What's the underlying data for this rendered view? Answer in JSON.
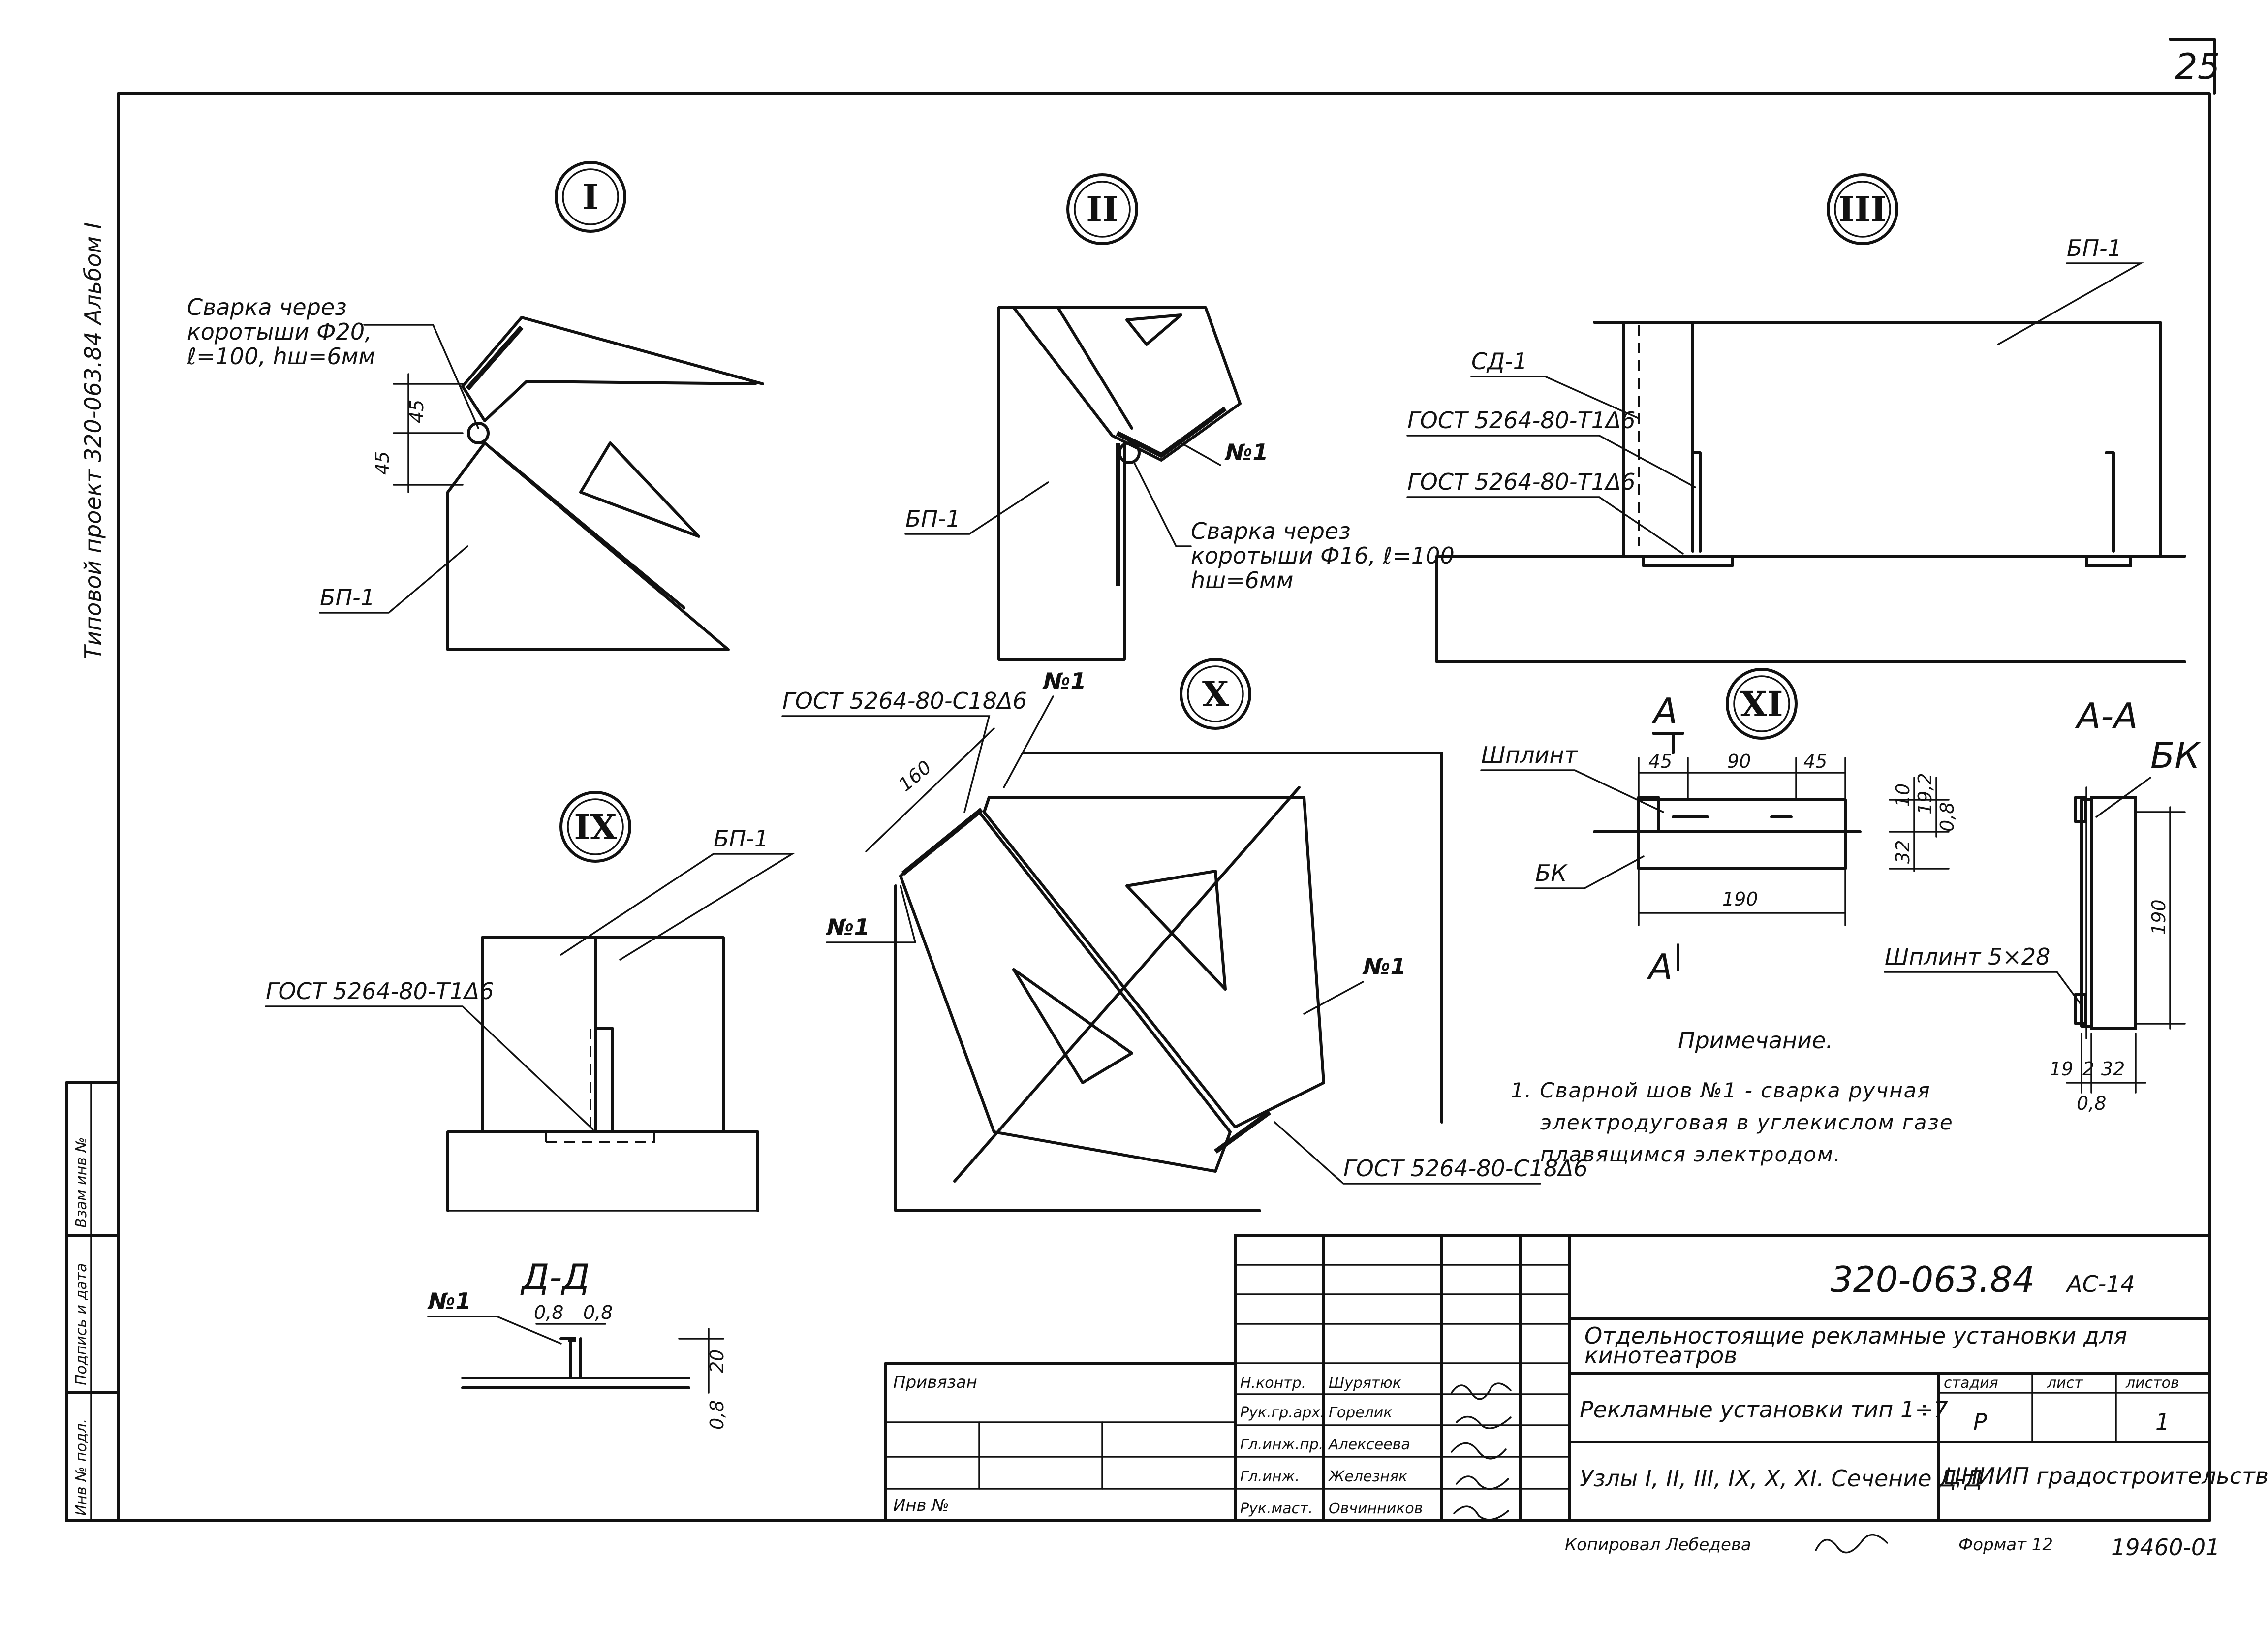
{
  "sheet_number": "25",
  "side_label": "Типовой проект 320-063.84 Альбом I",
  "nodes": {
    "n1": {
      "id": "I",
      "weld_note_1": "Сварка через",
      "weld_note_2": "коротыши Ф20,",
      "weld_note_3": "ℓ=100, hш=6мм",
      "dim_a": "45",
      "dim_b": "45",
      "part": "БП-1"
    },
    "n2": {
      "id": "II",
      "part": "БП-1",
      "weld_no": "№1",
      "weld_note_1": "Сварка через",
      "weld_note_2": "коротыши Ф16, ℓ=100",
      "weld_note_3": "hш=6мм"
    },
    "n3": {
      "id": "III",
      "part_top": "БП-1",
      "part_col": "СД-1",
      "gost_1": "ГОСТ 5264-80-Т1Δ6",
      "gost_2": "ГОСТ 5264-80-Т1Δ6"
    },
    "n9": {
      "id": "IX",
      "part": "БП-1",
      "gost": "ГОСТ 5264-80-Т1Δ6"
    },
    "n10": {
      "id": "X",
      "gost_top": "ГОСТ 5264-80-С18Δ6",
      "gost_bottom": "ГОСТ 5264-80-С18Δ6",
      "weld_top": "№1",
      "weld_left": "№1",
      "weld_right": "№1",
      "dim": "160"
    },
    "n11": {
      "id": "XI",
      "pin_label": "Шплинт",
      "part": "БК",
      "section_mark": "А",
      "dims_top": [
        "45",
        "90",
        "45"
      ],
      "dim_bottom": "190",
      "dims_right": [
        "10",
        "19,2",
        "0,8",
        "32"
      ]
    },
    "section_aa": {
      "title": "А-А",
      "part": "БК",
      "pin": "Шплинт 5×28",
      "dim_height": "190",
      "dims_bottom": [
        "19",
        "2",
        "32"
      ],
      "dim_small": "0,8"
    },
    "section_dd": {
      "title": "Д-Д",
      "weld_no": "№1",
      "dim_l": "0,8",
      "dim_r": "0,8",
      "dim_h": "20",
      "dim_t": "0,8"
    }
  },
  "note": {
    "title": "Примечание.",
    "line_1": "1. Сварной шов №1 - сварка ручная",
    "line_2": "электродуговая в углекислом газе",
    "line_3": "плавящимся электродом."
  },
  "left_stamp": [
    "Инв № подл.",
    "Подпись и дата",
    "Взам инв №"
  ],
  "title_block": {
    "doc_code": "320-063.84",
    "sheet_code": "АС-14",
    "project_title_1": "Отдельностоящие рекламные установки для",
    "project_title_2": "кинотеатров",
    "drawing_title": "Рекламные установки тип 1÷7",
    "drawing_subtitle": "Узлы I, II, III, IX, X, XI. Сечение Д-Д",
    "stage_header": "стадия",
    "sheet_header": "лист",
    "sheets_header": "листов",
    "stage": "Р",
    "sheets": "1",
    "org": "ЦНИИП градостроительства",
    "bound": "Привязан",
    "inv": "Инв №",
    "roles": [
      {
        "role": "Н.контр.",
        "name": "Шурятюк"
      },
      {
        "role": "Рук.гр.арх.",
        "name": "Горелик"
      },
      {
        "role": "Гл.инж.пр.",
        "name": "Алексеева"
      },
      {
        "role": "Гл.инж.",
        "name": "Железняк"
      },
      {
        "role": "Рук.маст.",
        "name": "Овчинников"
      }
    ]
  },
  "footer": {
    "copied": "Копировал Лебедева",
    "format": "Формат 12",
    "number": "19460-01"
  }
}
